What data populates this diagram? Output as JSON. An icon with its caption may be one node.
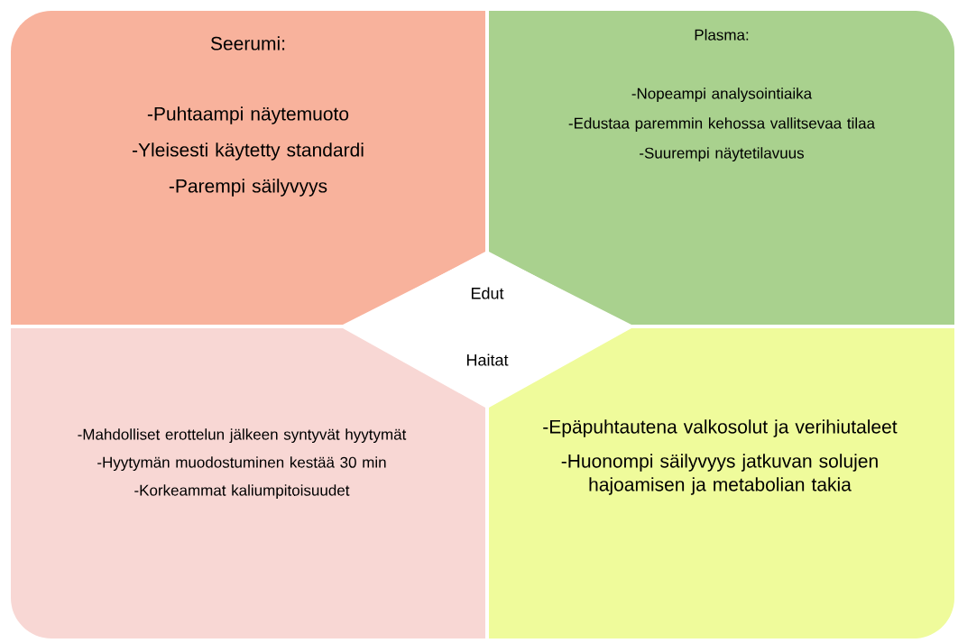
{
  "diagram": {
    "nodes": [
      {
        "text": [
          "Seerumi:",
          "-Puhtaampi näytemuoto",
          "-Yleisesti käytetty standardi",
          "-Parempi säilyvyys"
        ]
      },
      {
        "text": [
          "Plasma:",
          "-Nopeampi analysointiaika",
          "-Edustaa paremmin kehossa vallitsevaa tilaa",
          "-Suurempi näytetilavuus"
        ]
      },
      {
        "text": [
          "-Mahdolliset erottelun jälkeen syntyvät hyytymät",
          "-Hyytymän muodostuminen kestää 30 min",
          "-Korkeammat kaliumpitoisuudet"
        ]
      },
      {
        "text": [
          "-Epäpuhtautena valkosolut ja verihiutaleet",
          "-Huonompi säilyvyys jatkuvan solujen hajoamisen ja metabolian takia"
        ]
      },
      {
        "text": [
          "Edut",
          "Haitat"
        ]
      }
    ]
  }
}
